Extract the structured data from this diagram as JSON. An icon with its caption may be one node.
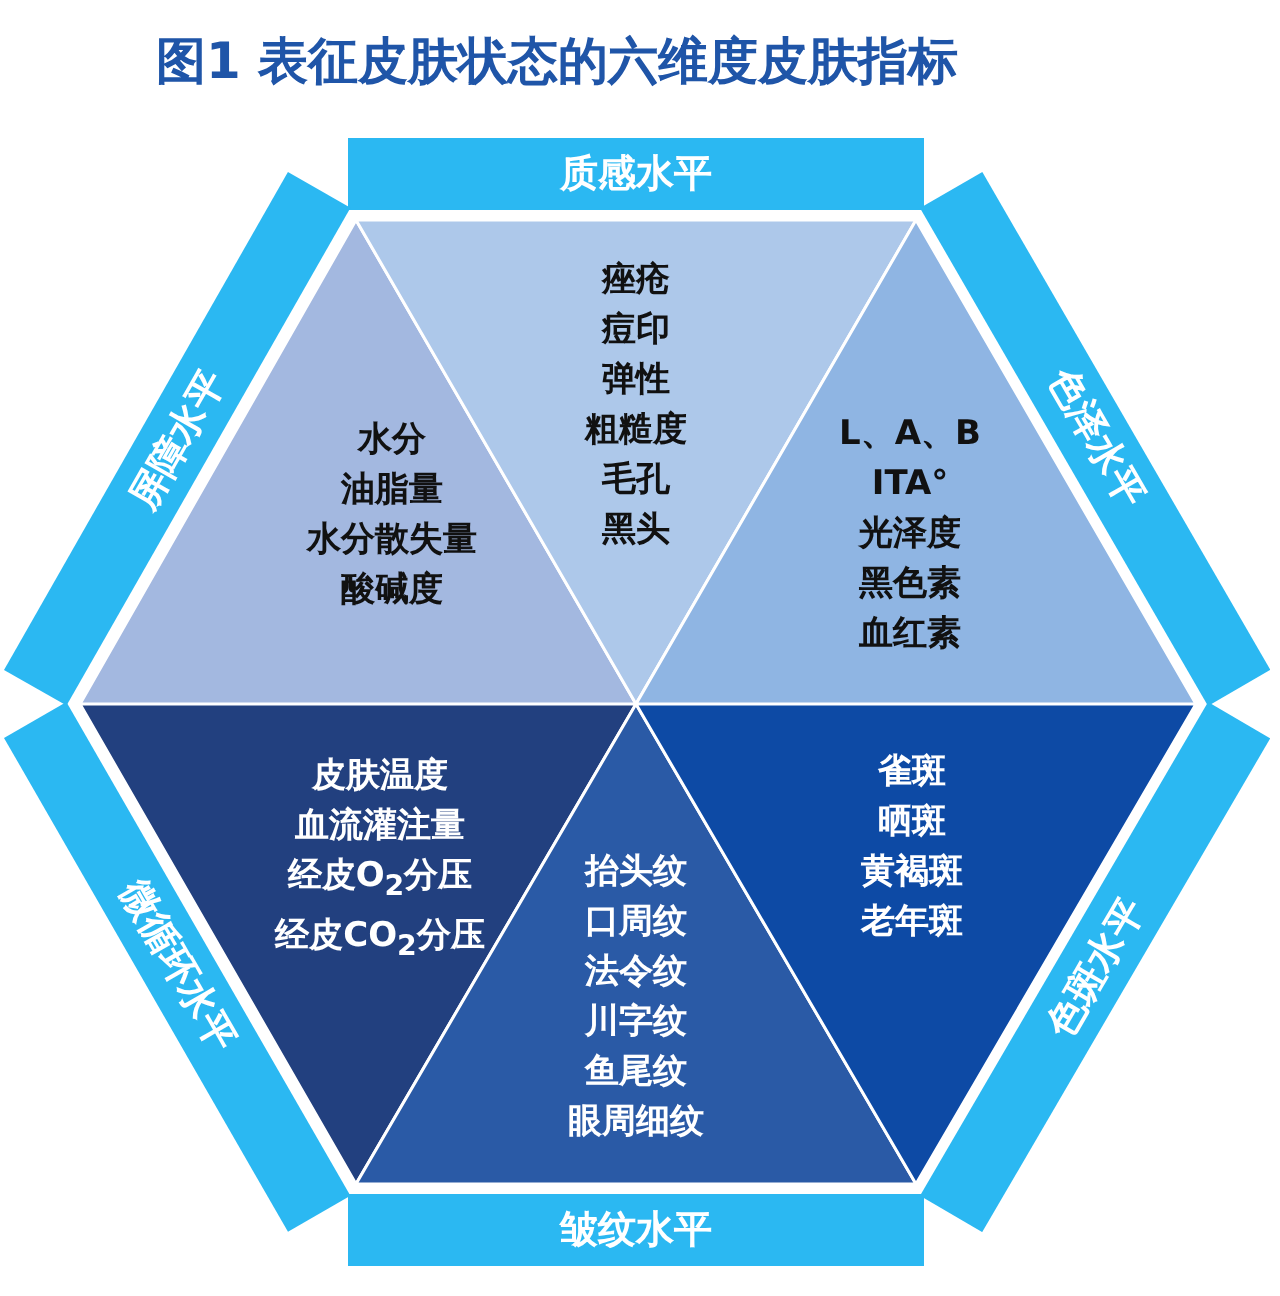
{
  "diagram": {
    "title": "图1 表征皮肤状态的六维度皮肤指标",
    "nodes": [
      {
        "text": [
          "质感水平"
        ]
      },
      {
        "text": [
          "屏障水平"
        ]
      },
      {
        "text": [
          "水分",
          "油脂量",
          "水分散失量",
          "酸碱度"
        ]
      },
      {
        "text": [
          "痤疮",
          "痘印",
          "弹性",
          "粗糙度",
          "毛孔",
          "黑头"
        ]
      },
      {
        "text": [
          "L、A、B",
          "ITA°",
          "光泽度",
          "黑色素",
          "血红素"
        ]
      },
      {
        "text": [
          "色泽水平"
        ]
      },
      {
        "text": [
          "微循环水平"
        ]
      },
      {
        "text": [
          "皮肤温度",
          "血流灌注量",
          "经皮O$_{2}$分压",
          "经皮CO$_{2}$分压"
        ]
      },
      {
        "text": [
          "抬头纹",
          "口周纹",
          "法令纹",
          "川字纹",
          "鱼尾纹",
          "眼周细纹"
        ]
      },
      {
        "text": [
          "雀斑",
          "晒斑",
          "黄褐斑",
          "老年斑"
        ]
      },
      {
        "text": [
          "色斑水平"
        ]
      },
      {
        "text": [
          "皱纹水平"
        ]
      }
    ]
  }
}
